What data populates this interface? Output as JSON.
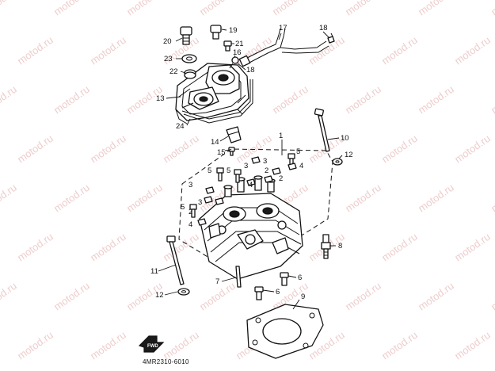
{
  "watermark": {
    "text": "motod.ru",
    "color": "#e1a4a4"
  },
  "diagram": {
    "catalog_number": "4MR2310-6010",
    "fwd_label": "FWD"
  },
  "callouts": {
    "c1": "1",
    "c2a": "2",
    "c2b": "2",
    "c2c": "2",
    "c3a": "3",
    "c3b": "3",
    "c3c": "3",
    "c3d": "3",
    "c4a": "4",
    "c4b": "4",
    "c4c": "4",
    "c5a": "5",
    "c5b": "5",
    "c5c": "5",
    "c5d": "5",
    "c6a": "6",
    "c6b": "6",
    "c7": "7",
    "c8": "8",
    "c9": "9",
    "c10": "10",
    "c11": "11",
    "c12a": "12",
    "c12b": "12",
    "c13": "13",
    "c14": "14",
    "c15": "15",
    "c16": "16",
    "c17": "17",
    "c18a": "18",
    "c18b": "18",
    "c19": "19",
    "c20": "20",
    "c21": "21",
    "c22": "22",
    "c23": "23",
    "c24": "24"
  }
}
